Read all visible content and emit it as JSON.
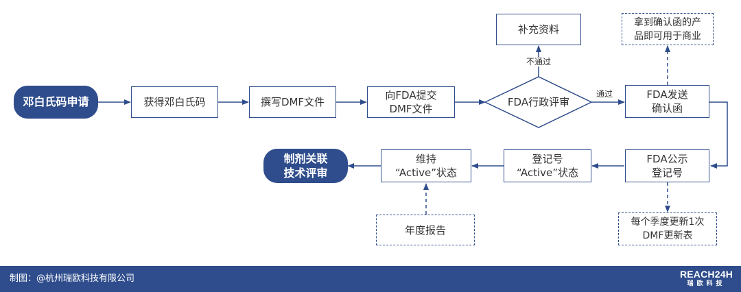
{
  "nodes": {
    "start": "邓白氏码申请",
    "get_duns": "获得邓白氏码",
    "write_dmf": "撰写DMF文件",
    "submit_line1": "向FDA提交",
    "submit_line2": "DMF文件",
    "review": "FDA行政评审",
    "supplement": "补充资料",
    "confirm_line1": "FDA发送",
    "confirm_line2": "确认函",
    "commercial_line1": "拿到确认函的产",
    "commercial_line2": "品即可用于商业",
    "publish_line1": "FDA公示",
    "publish_line2": "登记号",
    "quarterly_line1": "每个季度更新1次",
    "quarterly_line2": "DMF更新表",
    "regno_line1": "登记号",
    "regno_line2": "“Active”状态",
    "maintain_line1": "维持",
    "maintain_line2": "“Active”状态",
    "annual": "年度报告",
    "final_line1": "制剂关联",
    "final_line2": "技术评审"
  },
  "edge_labels": {
    "fail": "不通过",
    "pass": "通过"
  },
  "footer": {
    "credit": "制图：@杭州瑞欧科技有限公司",
    "logo_main": "REACH24H",
    "logo_sub": "瑞欧科技"
  },
  "colors": {
    "primary": "#2f4d8c",
    "text": "#333333"
  }
}
